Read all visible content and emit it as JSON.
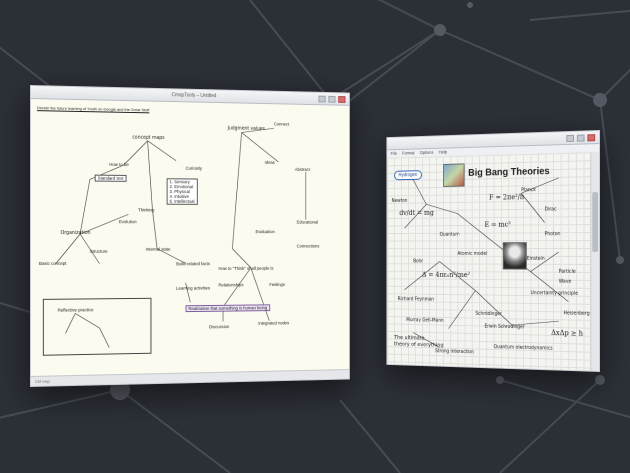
{
  "left_window": {
    "title": "CmapTools – Untitled",
    "heading": "Decide the future learning of Youth on Google and the Great Stuff",
    "status": "CM map",
    "nodes": [
      "concept maps",
      "How to be",
      "Judgment values",
      "Organization",
      "1. Sensory",
      "2. Emotional",
      "3. Physical",
      "4. Intuitive",
      "5. Intellectual",
      "Standard text",
      "Thinking",
      "Curiosity",
      "Basic concept",
      "Internal state",
      "Build-related facts",
      "How to \"Think\" of all people is",
      "Connect",
      "Ideas",
      "Abstract",
      "Educational",
      "Evaluation",
      "Evolution",
      "Relationships",
      "Feelings",
      "Learning activities",
      "Structure",
      "Connections",
      "Realization that something is human being",
      "Integrated nodes",
      "Discussion",
      "Reflective practice"
    ]
  },
  "right_window": {
    "title": "Big Bang Theories",
    "menu": [
      "File",
      "Format",
      "Options",
      "Help"
    ],
    "hydrogen": "Hydrogen",
    "equations": [
      "dv/dt = mg",
      "F = 2πe²/h",
      "E = mc²",
      "Δ = 4πε₀n²/me²",
      "ΔxΔp ≥ h"
    ],
    "labels": [
      "Newton",
      "Planck",
      "Einstein",
      "Bohr",
      "Heisenberg",
      "Schrödinger",
      "Dirac",
      "Richard Feynman",
      "Murray Gell-Mann",
      "Erwin Schrodinger",
      "The ultimate",
      "theory of everything",
      "Quantum",
      "Atomic model",
      "Uncertainty principle",
      "Strong interaction",
      "Photon",
      "Particle",
      "Wave",
      "Quantum electrodynamics"
    ]
  },
  "colors": {
    "background": "#2b2f36",
    "network_line": "#4a4f57",
    "network_node": "#575c64",
    "left_canvas": "#fcfbef",
    "right_canvas": "#f4f5f1",
    "pill": "#2b5fb8"
  }
}
